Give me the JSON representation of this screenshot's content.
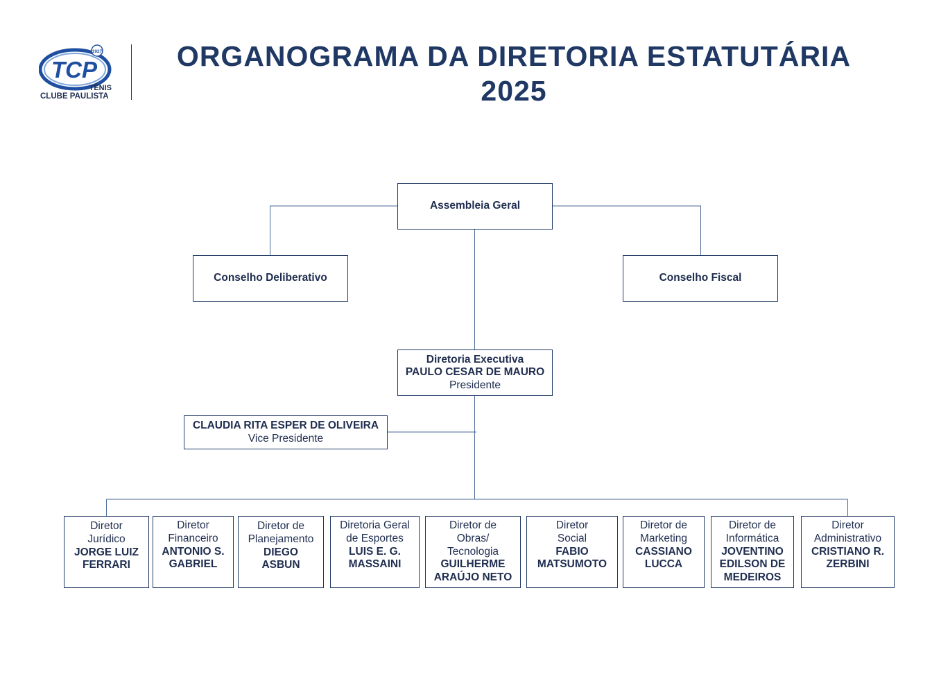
{
  "header": {
    "logo": {
      "text": "TCP",
      "sub1": "TÊNIS",
      "sub2": "CLUBE PAULISTA",
      "year": "1927",
      "color": "#1f4fa0"
    },
    "title_line1": "ORGANOGRAMA DA DIRETORIA ESTATUTÁRIA",
    "title_line2": "2025"
  },
  "colors": {
    "primary": "#1f3864",
    "text": "#1f2d4f",
    "line": "#4a6a9a"
  },
  "org": {
    "assembleia": "Assembleia Geral",
    "conselho_deliberativo": "Conselho Deliberativo",
    "conselho_fiscal": "Conselho Fiscal",
    "executiva": {
      "title": "Diretoria Executiva",
      "name": "PAULO CESAR DE MAURO",
      "role": "Presidente"
    },
    "vice": {
      "name": "CLAUDIA RITA ESPER DE OLIVEIRA",
      "role": "Vice Presidente"
    },
    "directors": [
      {
        "role1": "Diretor",
        "role2": "Jurídico",
        "name1": "JORGE LUIZ",
        "name2": "FERRARI"
      },
      {
        "role1": "Diretor",
        "role2": "Financeiro",
        "name1": "ANTONIO S.",
        "name2": "GABRIEL"
      },
      {
        "role1": "Diretor de",
        "role2": "Planejamento",
        "name1": "DIEGO",
        "name2": "ASBUN"
      },
      {
        "role1": "Diretoria Geral",
        "role2": "de Esportes",
        "name1": "LUIS E. G.",
        "name2": "MASSAINI"
      },
      {
        "role1": "Diretor de",
        "role2": "Obras/",
        "role3": "Tecnologia",
        "name1": "GUILHERME",
        "name2": "ARAÚJO NETO"
      },
      {
        "role1": "Diretor",
        "role2": "Social",
        "name1": "FABIO",
        "name2": "MATSUMOTO"
      },
      {
        "role1": "Diretor de",
        "role2": "Marketing",
        "name1": "CASSIANO",
        "name2": "LUCCA"
      },
      {
        "role1": "Diretor de",
        "role2": "Informática",
        "name1": "JOVENTINO",
        "name2": "EDILSON DE",
        "name3": "MEDEIROS"
      },
      {
        "role1": "Diretor",
        "role2": "Administrativo",
        "name1": "CRISTIANO R.",
        "name2": "ZERBINI"
      }
    ]
  }
}
